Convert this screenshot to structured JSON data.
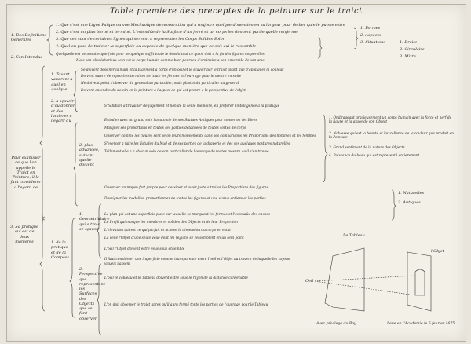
{
  "title": "Table premiere des preceptes de la peinture sur le traict",
  "header_lines": [
    "1. Que c'est une Ligne Faique ou vne Mechanique demonstration qui a toujours quelque dimension en sa largeur pour dedier qu'elle puisse estre",
    "2. Que c'est un plan borné et terminé. L'estendüe de la Surface d'un ferré et un corps les donnent partie quelle renferme",
    "3. Que ces sont de certaines lignes qui servent a representer les Corps Solides Solor",
    "4. Quel on pose de traicter la superficie ou exposée de quelque manière que ce soit qui le ressemble"
  ],
  "left_labels": {
    "a": "1. Des Definitions Generales",
    "b": "2. Son Intendue",
    "c": "Pour examiner ce que l'on appelle le Traict en Peinture, il le faut considerer a l'egard de",
    "d": "3. Sa pratique qui est de deux manieres"
  },
  "col2": {
    "a": "1. Touant vaudront a quel en quelque",
    "b": "2. a sçavoir d'ou donner et des lumieres a l'egard du",
    "c": "2. plus advancée, suivant quelle doivent",
    "d": "1. Geometrlaluire qui a trois se sçavoir",
    "e": "1. de la pratique et de la Compass",
    "f": "2. Perspective que representent les Surfaces des Objects que se font observer"
  },
  "right_list_top": [
    "1. Formes",
    "2. Aspects",
    "3. Situations"
  ],
  "right_list_top2": [
    "1. Droite",
    "2. Circulaire",
    "3. Mixte"
  ],
  "body_lines": [
    "Quelquelle est necessaire que j'aie pour ne quelque suffit toute le dessin tout ce qu'on doit a la fin des figures corporelles",
    "Mais son plus laborieux soin est le corps humain comme bien pourveu d'ordinaire a son ensemble de son ame",
    "Se doivent dessiner la main et la Iugement a corps d'un oeil et le sçavoir par le traict avant que d'appliquer la couleur",
    "Doivent suivre de reproches termines de toute les formes et l'ouvrage pour le mettre en suite",
    "Ne doivent point s'observer du general au particulier, mais plustot du particulier au general",
    "Doivent entendre du dessin en la peinture a l'aspect ce qui est propre a la perspective de l'objet",
    "S'habituer a travailler de jugement et non de la seule memoire, en preferer l'intelligence a la pratique",
    "Estudier avec un grand soin l'anatomie de nos Statues Antiques pour conserver les Idees",
    "Marquer ses proportions en toutes ses parties detachees de toutes sortes de corps",
    "Observer comme les figures sont selon leurs mouvements dans ses comparisons les Proportions des hommes et les femmes",
    "S'exercer a faire les Estudes du Nud et de ses parties de la draperie et des ses quelques postures naturelles",
    "Tellement elle a a chacun soin de son particulier de l'ouvrage de toutes mesure qu'il s'en trouve",
    "Observer un moyen fort propre pour dessiner et avoir juste a traiter les Proportions des figures",
    "Dessigner les modelles, proportionner de toutes les figures et une statue entiere et les parties",
    "Le plan qui est une superficie plate sur laquelle se marquent les formes et l'estendüe des choses",
    "Le Profil qui marque les membres et solides des Objects et de leur Proportion",
    "L'elevation qui est ce qui parfait et acheve la dimension du corps en estat",
    "La veüe l'Objet d'une seule veüe dont les regions se ressemblent en un seul point",
    "L'oeil l'Objet doivent estre veus sous ensemble",
    "Il faut considerer une Superficie comme transparente entre l'oeil et l'Objet au travers de laquelle les rayons visuels passent",
    "L'oeil le Tableau et le Tableau doivent estre sous le rayon de la distance convenable",
    "L'on doit observer le traict apres qu'il aura formé toute les parties de l'ouvrage pour le Tableau"
  ],
  "right_side": [
    "1. Ombrageant gracieusement un corps humain avec la force et nerf de la figure et la grace de son Object",
    "2. Noblesse qui est la beauté et l'excellence de la couleur que produit en la Peinture",
    "3. Grand sentiment de la nature des Objects",
    "4. Puissance du beau qui est representé entierement"
  ],
  "right_mid": [
    "1. Naturelles",
    "2. Antiques"
  ],
  "figure_labels": {
    "tableau": "Le Tableau",
    "objet": "l'Objet",
    "oeil": "Oeil"
  },
  "footer": {
    "left": "Avec privilege du Roy",
    "right": "Leue en l'Academie le 6 feurier 1675"
  },
  "colors": {
    "paper": "#f3f0e8",
    "ink": "#2a2622",
    "frame": "#b9b2a4"
  }
}
